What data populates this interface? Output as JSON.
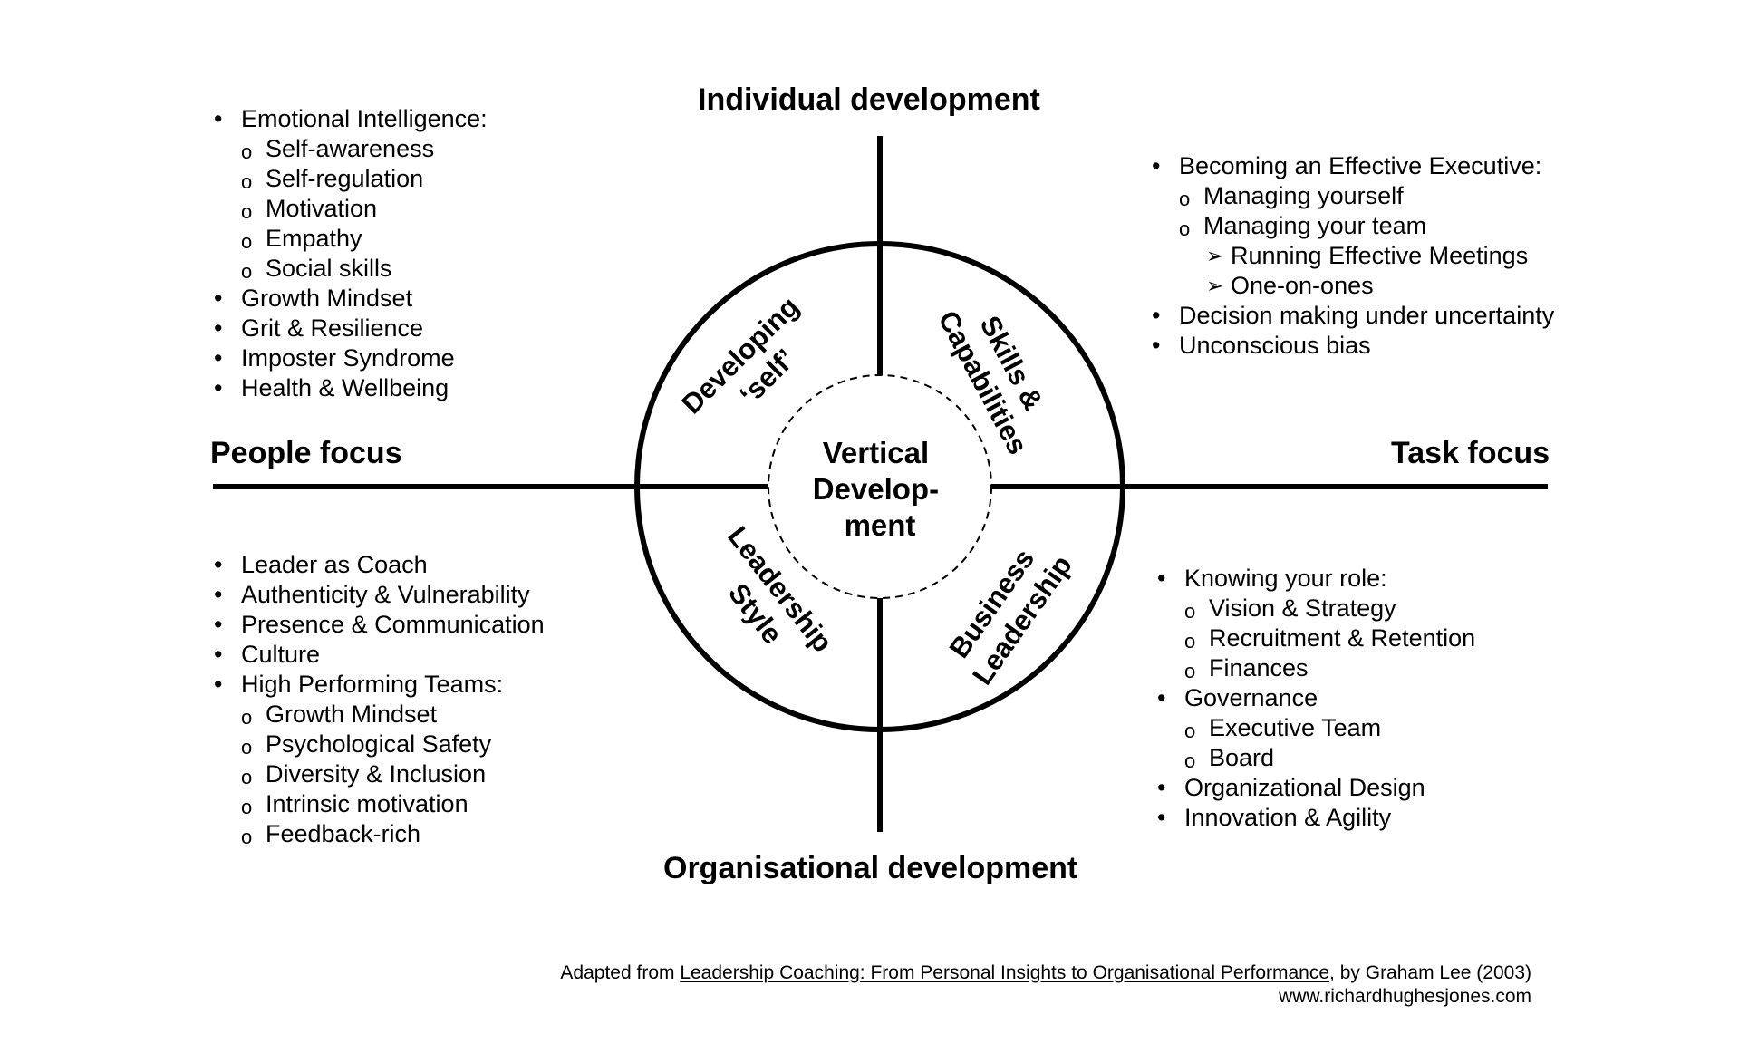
{
  "axes": {
    "top": "Individual development",
    "bottom": "Organisational development",
    "left": "People focus",
    "right": "Task focus"
  },
  "center": {
    "lines": [
      "Vertical",
      "Develop-",
      "ment"
    ]
  },
  "quadrants": {
    "top_left": {
      "lines": [
        "Developing",
        "‘self’"
      ]
    },
    "top_right": {
      "lines": [
        "Skills &",
        "Capabilities"
      ]
    },
    "bottom_left": {
      "lines": [
        "Leadership",
        "Style"
      ]
    },
    "bottom_right": {
      "lines": [
        "Business",
        "Leadership"
      ]
    }
  },
  "lists": {
    "top_left": [
      {
        "level": 1,
        "text": "Emotional Intelligence:"
      },
      {
        "level": 2,
        "text": "Self-awareness"
      },
      {
        "level": 2,
        "text": "Self-regulation"
      },
      {
        "level": 2,
        "text": "Motivation"
      },
      {
        "level": 2,
        "text": "Empathy"
      },
      {
        "level": 2,
        "text": "Social skills"
      },
      {
        "level": 1,
        "text": "Growth Mindset"
      },
      {
        "level": 1,
        "text": "Grit & Resilience"
      },
      {
        "level": 1,
        "text": "Imposter Syndrome"
      },
      {
        "level": 1,
        "text": "Health & Wellbeing"
      }
    ],
    "top_right": [
      {
        "level": 1,
        "text": "Becoming an Effective Executive:"
      },
      {
        "level": 2,
        "text": "Managing yourself"
      },
      {
        "level": 2,
        "text": "Managing your team"
      },
      {
        "level": 3,
        "text": "Running Effective Meetings"
      },
      {
        "level": 3,
        "text": "One-on-ones"
      },
      {
        "level": 1,
        "text": "Decision making under uncertainty"
      },
      {
        "level": 1,
        "text": "Unconscious bias"
      }
    ],
    "bottom_left": [
      {
        "level": 1,
        "text": "Leader as Coach"
      },
      {
        "level": 1,
        "text": "Authenticity & Vulnerability"
      },
      {
        "level": 1,
        "text": "Presence & Communication"
      },
      {
        "level": 1,
        "text": "Culture"
      },
      {
        "level": 1,
        "text": "High Performing Teams:"
      },
      {
        "level": 2,
        "text": "Growth Mindset"
      },
      {
        "level": 2,
        "text": "Psychological Safety"
      },
      {
        "level": 2,
        "text": "Diversity & Inclusion"
      },
      {
        "level": 2,
        "text": "Intrinsic motivation"
      },
      {
        "level": 2,
        "text": "Feedback-rich"
      }
    ],
    "bottom_right": [
      {
        "level": 1,
        "text": "Knowing your role:"
      },
      {
        "level": 2,
        "text": "Vision & Strategy"
      },
      {
        "level": 2,
        "text": "Recruitment & Retention"
      },
      {
        "level": 2,
        "text": "Finances"
      },
      {
        "level": 1,
        "text": "Governance"
      },
      {
        "level": 2,
        "text": "Executive Team"
      },
      {
        "level": 2,
        "text": "Board"
      },
      {
        "level": 1,
        "text": "Organizational Design"
      },
      {
        "level": 1,
        "text": "Innovation & Agility"
      }
    ]
  },
  "markers": {
    "1": "•",
    "2": "o",
    "3": "➢"
  },
  "credit": {
    "prefix": "Adapted from ",
    "book": "Leadership Coaching: From Personal Insights to Organisational Performance",
    "suffix": ", by Graham Lee (2003)",
    "url": "www.richardhughesjones.com"
  }
}
